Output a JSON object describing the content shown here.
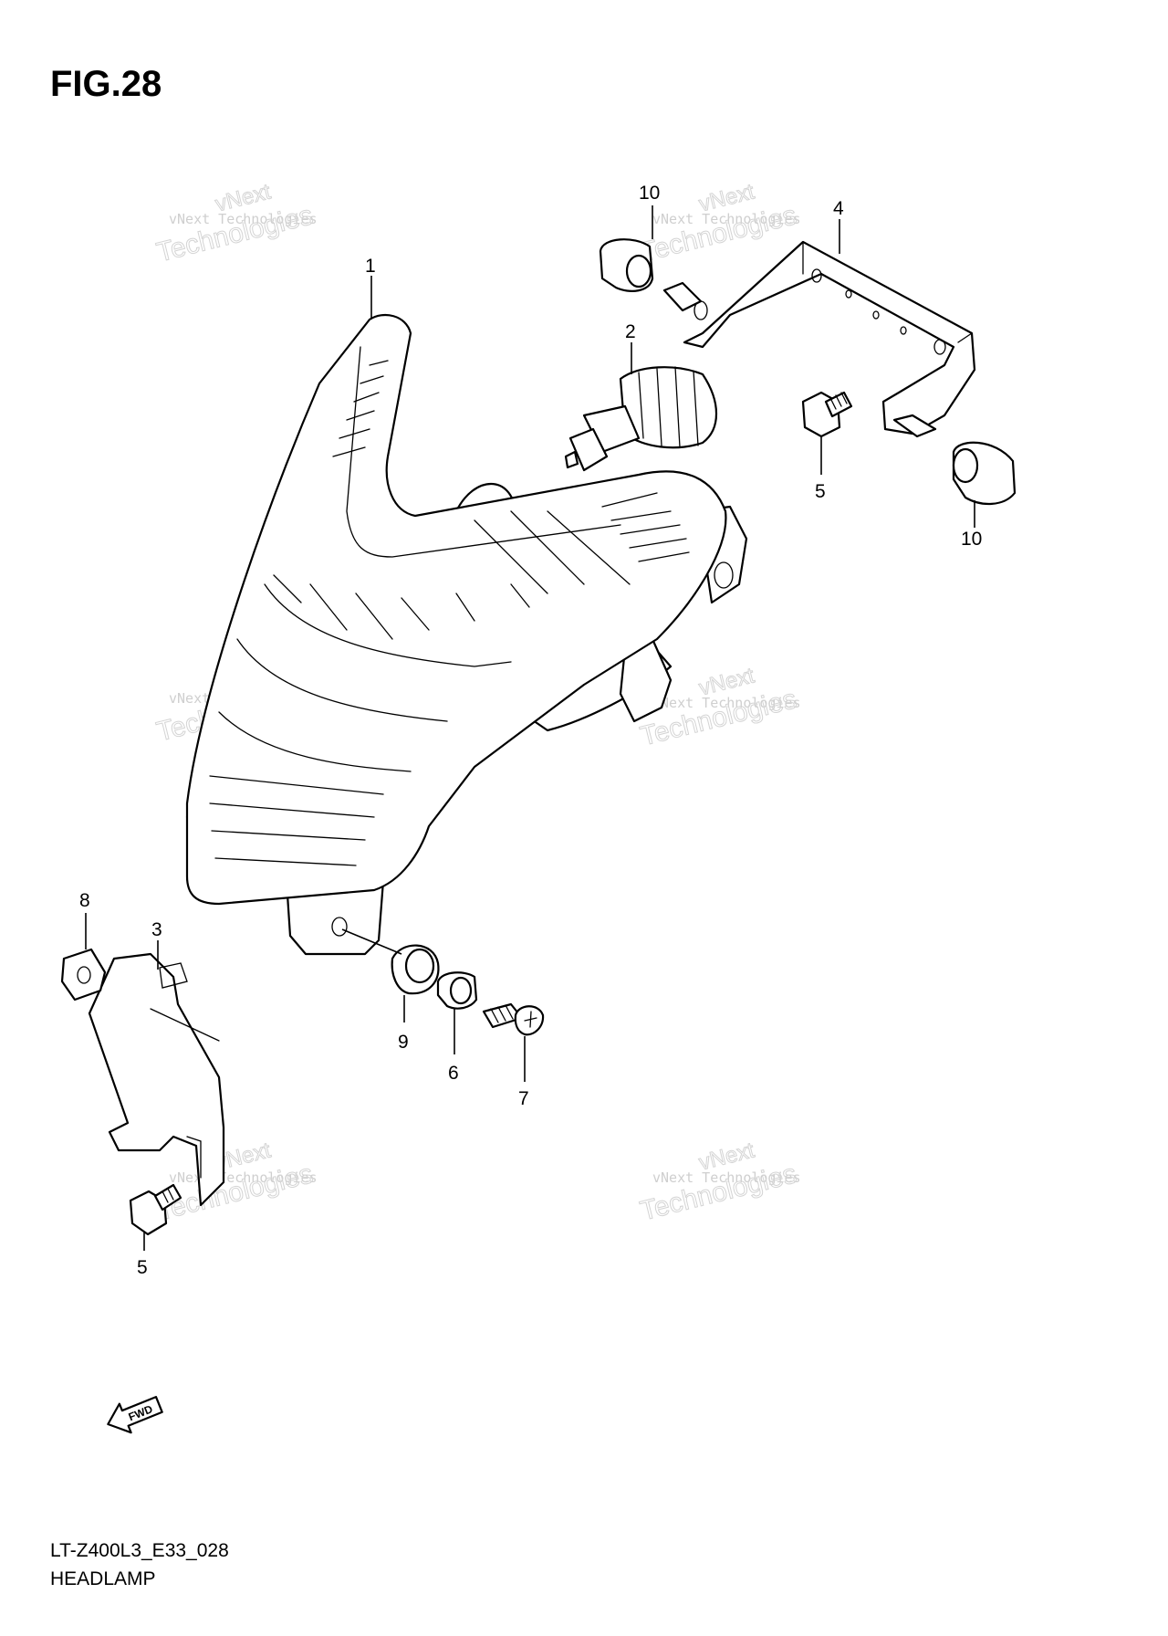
{
  "figure": {
    "title": "FIG.28"
  },
  "footer": {
    "code": "LT-Z400L3_E33_028",
    "caption": "HEADLAMP"
  },
  "callouts": {
    "headlamp": "1",
    "bulb": "2",
    "lower_bracket": "3",
    "upper_bracket": "4",
    "bolt_upper": "5",
    "bolt_lower": "5",
    "collar": "6",
    "screw": "7",
    "nut": "8",
    "grommet": "9",
    "cushion_left": "10",
    "cushion_right": "10"
  },
  "direction_arrow": {
    "label": "FWD",
    "icon": "fwd-arrow-icon"
  },
  "watermark": {
    "line1": "vNext Technologies",
    "line2": "Technologies",
    "line3": "vNext"
  }
}
